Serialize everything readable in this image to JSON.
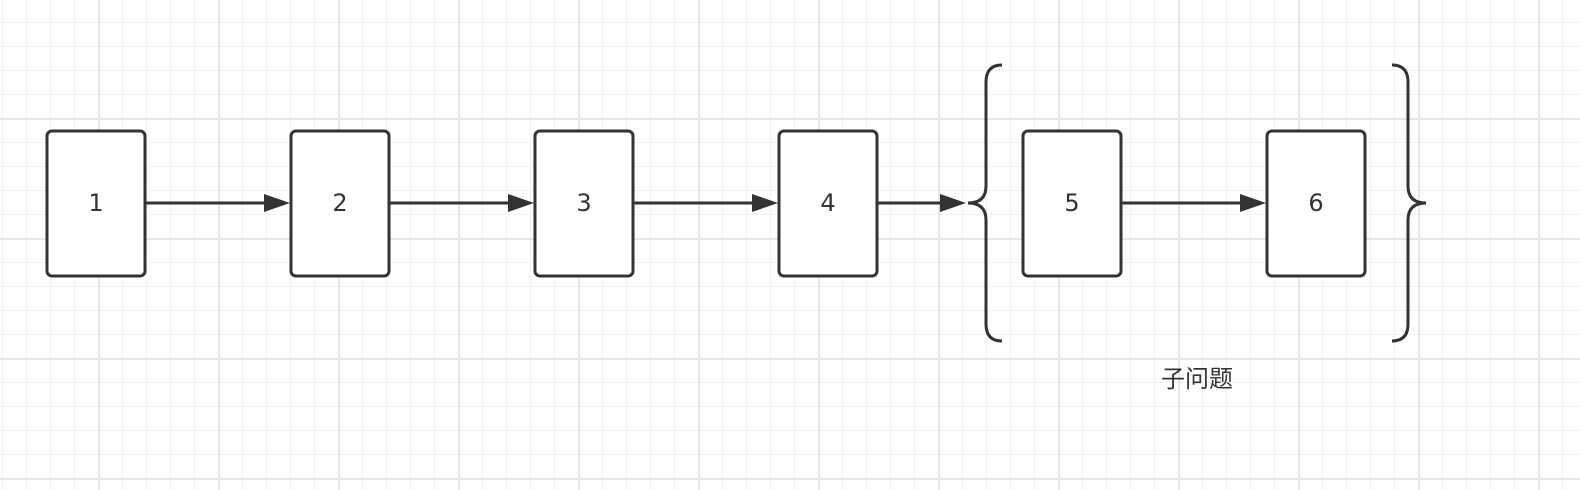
{
  "diagram": {
    "nodes": [
      {
        "id": "1",
        "label": "1"
      },
      {
        "id": "2",
        "label": "2"
      },
      {
        "id": "3",
        "label": "3"
      },
      {
        "id": "4",
        "label": "4"
      },
      {
        "id": "5",
        "label": "5"
      },
      {
        "id": "6",
        "label": "6"
      }
    ],
    "edges": [
      {
        "from": "1",
        "to": "2"
      },
      {
        "from": "2",
        "to": "3"
      },
      {
        "from": "3",
        "to": "4"
      },
      {
        "from": "4",
        "to": "group-subproblem"
      },
      {
        "from": "5",
        "to": "6"
      }
    ],
    "group": {
      "id": "group-subproblem",
      "label": "子问题",
      "members": [
        "5",
        "6"
      ]
    },
    "colors": {
      "stroke": "#333333",
      "node_fill": "#ffffff",
      "grid_major": "#e6e6e6",
      "grid_minor": "#f2f2f2",
      "background": "#ffffff"
    }
  }
}
